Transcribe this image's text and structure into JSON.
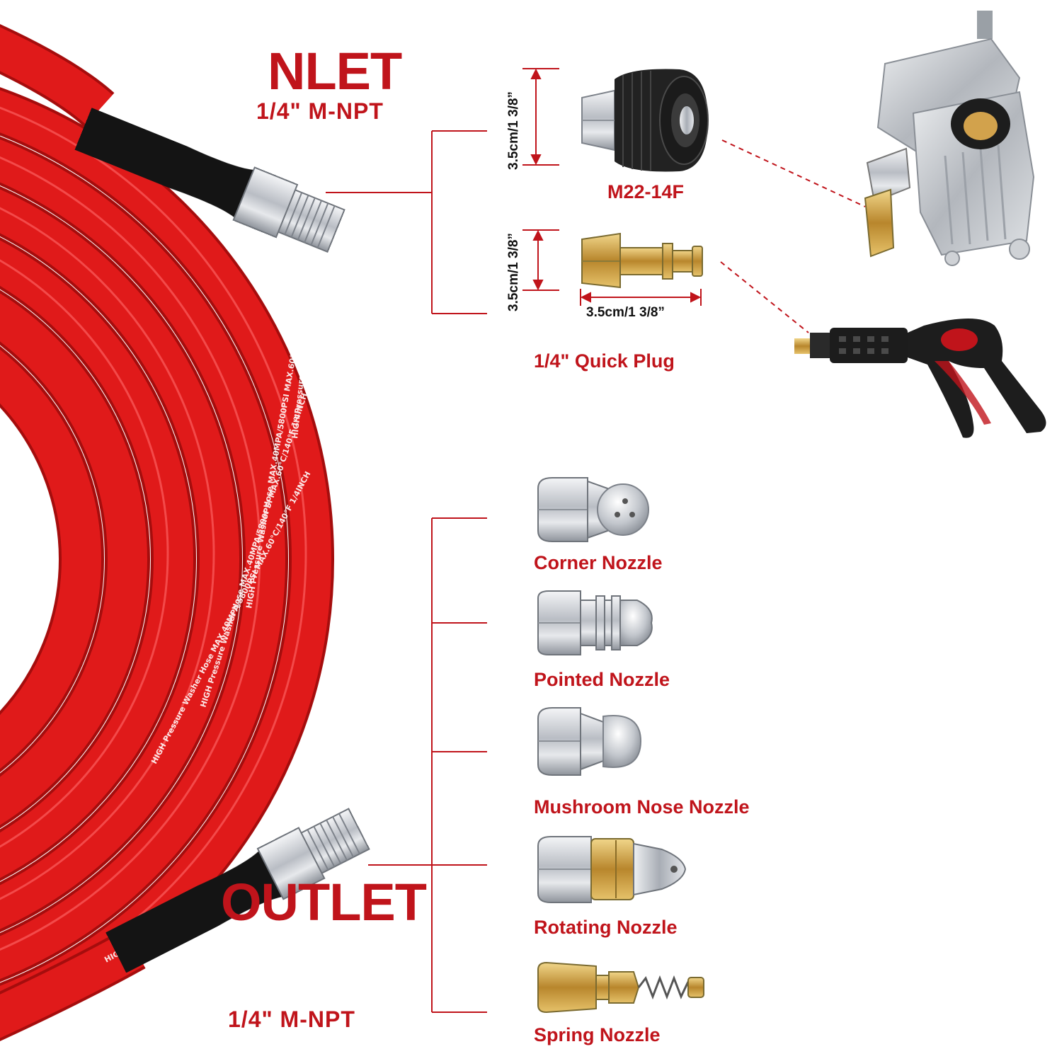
{
  "inlet": {
    "title": "NLET",
    "thread": "1/4\" M-NPT"
  },
  "outlet": {
    "title": "OUTLET",
    "thread": "1/4\" M-NPT"
  },
  "fittings": {
    "m22": {
      "label": "M22-14F",
      "height_dim": "3.5cm/1  3/8”"
    },
    "quick_plug": {
      "label": "1/4\" Quick Plug",
      "height_dim": "3.5cm/1  3/8”",
      "width_dim": "3.5cm/1  3/8”"
    }
  },
  "nozzles": [
    {
      "label": "Corner Nozzle"
    },
    {
      "label": "Pointed Nozzle"
    },
    {
      "label": "Mushroom Nose Nozzle"
    },
    {
      "label": "Rotating Nozzle"
    },
    {
      "label": "Spring Nozzle"
    }
  ],
  "hose_print": "HIGH  Pressure Washer Hose  MAX.40MPA/5800PSI  MAX.60°C/140°F  1/4INCH",
  "colors": {
    "accent": "#c0141b",
    "hose": "#e01a1a",
    "hose_dark": "#a50d0d",
    "steel": "#c9ccd1",
    "brass": "#c79a3a"
  }
}
